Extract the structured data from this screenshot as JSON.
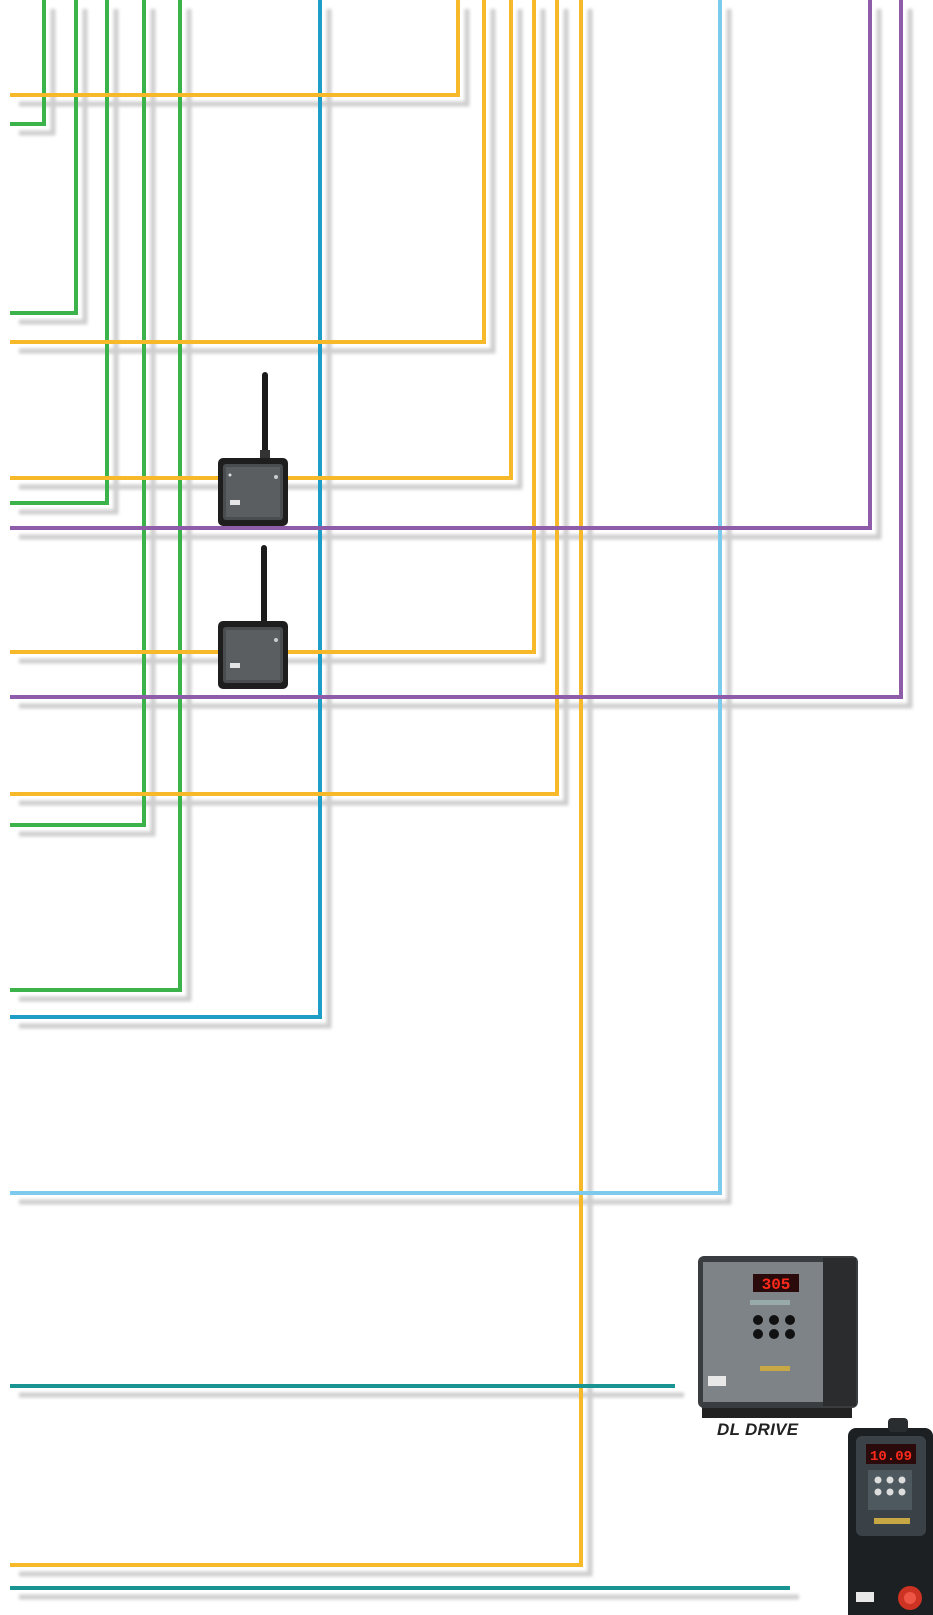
{
  "labels": {
    "dl_drive": "DL DRIVE"
  },
  "colors": {
    "green": "#3bb24a",
    "orange": "#f7b92a",
    "blue": "#1e9ec6",
    "light_blue": "#7ccbed",
    "purple": "#8e5ca8",
    "teal": "#1a9393",
    "shadow": "#c8c8c8"
  },
  "devices": [
    {
      "name": "wireless-transmitter-1",
      "icon": "wireless-transmitter-icon"
    },
    {
      "name": "wireless-transmitter-2",
      "icon": "wireless-transmitter-icon"
    },
    {
      "name": "dl-drive-controller",
      "icon": "controller-unit-icon",
      "display": "305"
    },
    {
      "name": "drive-unit",
      "icon": "drive-unit-icon",
      "display": "10.09"
    }
  ]
}
